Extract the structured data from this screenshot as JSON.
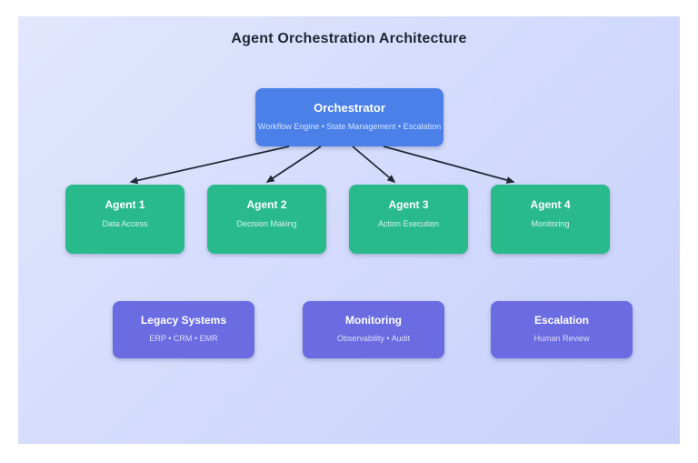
{
  "title": "Agent Orchestration Architecture",
  "orchestrator": {
    "title": "Orchestrator",
    "subtitle": "Workflow Engine • State Management • Escalation"
  },
  "agents": [
    {
      "title": "Agent 1",
      "subtitle": "Data Access"
    },
    {
      "title": "Agent 2",
      "subtitle": "Decision Making"
    },
    {
      "title": "Agent 3",
      "subtitle": "Action Execution"
    },
    {
      "title": "Agent 4",
      "subtitle": "Monitoring"
    }
  ],
  "support_systems": [
    {
      "title": "Legacy Systems",
      "subtitle": "ERP • CRM • EMR"
    },
    {
      "title": "Monitoring",
      "subtitle": "Observability • Audit"
    },
    {
      "title": "Escalation",
      "subtitle": "Human Review"
    }
  ],
  "colors": {
    "orchestrator_fill": "#4a80e8",
    "agent_fill": "#29ba8b",
    "system_fill": "#6b6ce1",
    "arrow": "#1f2937",
    "title_text": "#1c2733",
    "canvas_gradient_start": "#e2e7fd",
    "canvas_gradient_end": "#c7d1fa"
  }
}
